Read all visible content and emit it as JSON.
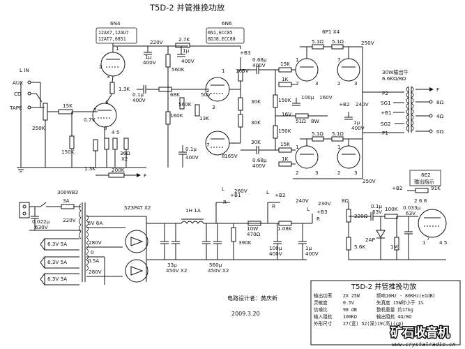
{
  "title": "T5D-2 并管推挽功放",
  "designer": "电路设计者：黄庆新",
  "date": "2009.3.20",
  "inputs": {
    "label": "L IN",
    "sources": [
      "AUX",
      "CD",
      "TAPE"
    ]
  },
  "tubes": {
    "v1_name": "6N4",
    "v1_equiv_a": "12AX7,12AU7",
    "v1_equiv_b": "12AT7,6851",
    "v2_name": "6N6",
    "v2_equiv_a": "6N1,ECC85",
    "v2_equiv_b": "6DJ8,ECC88",
    "output": "6P1 X4",
    "indicator_title": "6E2",
    "indicator_label": "输出指示",
    "rectifier": "5Z3PAT X2"
  },
  "preamp": {
    "volume": "250K",
    "r_input": "15K",
    "r_grid": "150K",
    "r_feedback": "1.3K",
    "r_fb2": "200K",
    "fb_to": "F",
    "cath_v": "0.7V",
    "pin_nums": "4  5",
    "r_cath": "36Ω",
    "r_cath_x": "X2",
    "plate_v": "220V",
    "r_plate": "2.7K",
    "cap_1u": "1μ",
    "cap_400v": "400V",
    "r_560k": "560K",
    "r_13k": "1.3K",
    "cap_01u": "0.1μ",
    "cap_400v2": "400V",
    "r_68k": "68K",
    "r_160k": "160K",
    "cap_01u_b": "0.1μ",
    "cap_400v3": "400V",
    "b3": "+B3"
  },
  "phase": {
    "v_50v": "50V",
    "r_560k": "560K",
    "r_13k": "13K",
    "v_165v_a": "165V",
    "v_165v_b": "165V",
    "cap_a": "0.68μ",
    "cap_a_v": "400V",
    "cap_b": "0.68μ",
    "cap_b_v": "400V",
    "r_30k_a": "30K",
    "r_30k_b": "30K",
    "r_30k_c": "30K"
  },
  "power": {
    "r_51a": "5.1Ω",
    "r_51b": "5.1Ω",
    "r_51c": "5.1Ω",
    "r_51d": "5.1Ω",
    "v_250a": "250V",
    "v_250b": "250V",
    "r_15k_a": "15K",
    "r_15k_b": "15K",
    "r_1k_a": "1K",
    "r_1k_b": "1K",
    "r_150k_a": "150K",
    "r_150k_b": "150K",
    "cap_100u": "100μ",
    "cap_160v": "160V",
    "v_160": "16V",
    "b2": "+B2",
    "v_240": "240V",
    "cap_1u": "1μ",
    "cap_1u_v": "400V",
    "r_51w": "51Ω",
    "r_51w_p": "8W",
    "out_trans_a": "30W输出牛",
    "out_trans_b": "6.6KΩ/8Ω",
    "p2": "P2",
    "sg1": "SG1",
    "b1": "+B1",
    "sg2": "SG2",
    "p1": "P1",
    "tap_f": "F",
    "tap_8": "8Ω",
    "tap_4": "4Ω",
    "tap_0": "0Ω"
  },
  "supply": {
    "transformer": "300WB2",
    "fuse": "3A",
    "cap_mains": "0.022μ",
    "cap_mains_v": "630V",
    "mains_v": "220V",
    "h1": "5V 6A",
    "h2": "6.3V 5A",
    "h3": "6.3V 5A",
    "h4": "6.3V 3A",
    "hv_a": "280V",
    "hv_zero": "0",
    "hv_cur": "0.5A",
    "hv_b": "280V",
    "choke": "1H 1A",
    "cap_33u": "33μ",
    "cap_33u_v": "450V X2",
    "cap_560u": "560μ",
    "cap_560u_v": "450V X2",
    "r_10w": "10W",
    "r_470": "470Ω",
    "r_390k": "390K",
    "b1": "+B1",
    "b1_l": "L",
    "b1_r": "R",
    "b1_v": "260V",
    "b2": "+B2",
    "b2_l": "L",
    "b2_r": "R",
    "b2_v": "240V",
    "r_108k": "1.08K",
    "cap_100u": "100μ",
    "cap_100u_v": "400V",
    "cap_1u": "1μ",
    "cap_1u_v": "400V",
    "b3": "+B3",
    "b3_l": "L",
    "b3_r": "R",
    "b3_v": "230V"
  },
  "indicator": {
    "in_8": "8Ω",
    "r_220": "220Ω",
    "c_01": "0.1μ",
    "c_01_v": "63V",
    "r_100k": "100K",
    "c_0033": "0.033μ",
    "c_0033_v": "63V",
    "b2": "+B2",
    "r_91k": "91K",
    "pins": "2 6 8",
    "d_2ap": "2AP",
    "r_56k": "5.6K",
    "r_1m": "1M"
  },
  "specs": {
    "title": "T5D-2 并管推挽功放",
    "rows": [
      [
        "输出功率",
        "2X 25W",
        "频响10Hz - 80KHz(±1dB)"
      ],
      [
        "灵敏度",
        "0.5V",
        "失真度      15W时小于 1%"
      ],
      [
        "信噪比",
        "98 dB",
        "整机重量    约17kg"
      ],
      [
        "输入阻抗",
        "100KΩ",
        "输出阻抗    4Ω/8Ω"
      ],
      [
        "外形尺寸",
        "27(宽) 52(深)19(高)(cm)",
        ""
      ]
    ]
  },
  "watermark": {
    "brand": "矿石收音机",
    "url": "www.crystalradio.cn"
  }
}
